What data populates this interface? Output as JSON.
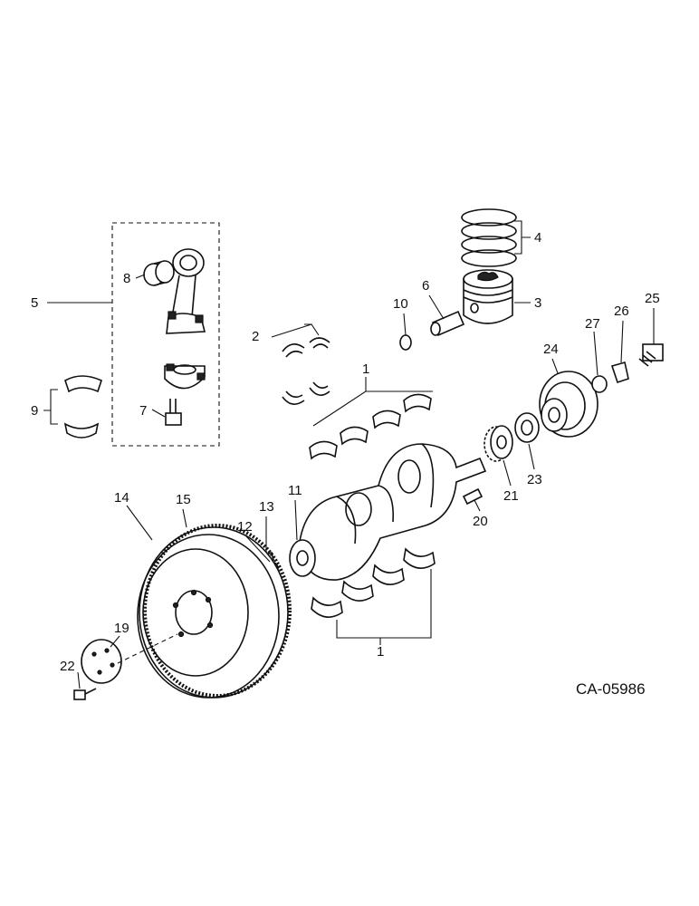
{
  "diagram": {
    "drawing_code": "CA-05986",
    "callouts": [
      {
        "id": "c1a",
        "text": "1"
      },
      {
        "id": "c1b",
        "text": "1"
      },
      {
        "id": "c2",
        "text": "2"
      },
      {
        "id": "c3",
        "text": "3"
      },
      {
        "id": "c4",
        "text": "4"
      },
      {
        "id": "c5",
        "text": "5"
      },
      {
        "id": "c6",
        "text": "6"
      },
      {
        "id": "c7",
        "text": "7"
      },
      {
        "id": "c8",
        "text": "8"
      },
      {
        "id": "c9",
        "text": "9"
      },
      {
        "id": "c10",
        "text": "10"
      },
      {
        "id": "c11",
        "text": "11"
      },
      {
        "id": "c12",
        "text": "12"
      },
      {
        "id": "c13",
        "text": "13"
      },
      {
        "id": "c14",
        "text": "14"
      },
      {
        "id": "c15",
        "text": "15"
      },
      {
        "id": "c19",
        "text": "19"
      },
      {
        "id": "c20",
        "text": "20"
      },
      {
        "id": "c21",
        "text": "21"
      },
      {
        "id": "c22",
        "text": "22"
      },
      {
        "id": "c23",
        "text": "23"
      },
      {
        "id": "c24",
        "text": "24"
      },
      {
        "id": "c25",
        "text": "25"
      },
      {
        "id": "c26",
        "text": "26"
      },
      {
        "id": "c27",
        "text": "27"
      }
    ]
  }
}
